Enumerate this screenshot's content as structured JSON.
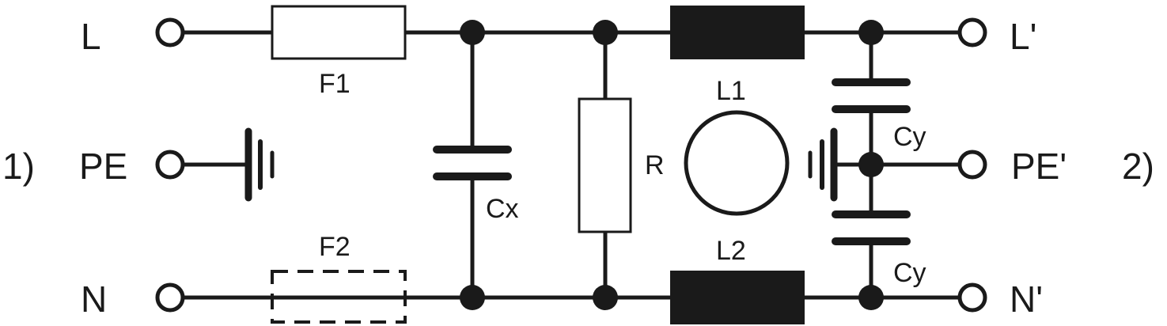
{
  "terminals": {
    "input": {
      "line": "L",
      "earth": "PE",
      "neutral": "N"
    },
    "output": {
      "line": "L'",
      "earth": "PE'",
      "neutral": "N'"
    }
  },
  "side_notes": {
    "input": "1)",
    "output": "2)"
  },
  "components": {
    "fuse_line": "F1",
    "fuse_neutral": "F2",
    "capacitor_x": "Cx",
    "resistor": "R",
    "inductor_line": "L1",
    "inductor_neutral": "L2",
    "capacitor_y_upper": "Cy",
    "capacitor_y_lower": "Cy"
  },
  "colors": {
    "ink": "#1a1a1a",
    "background": "#ffffff"
  }
}
